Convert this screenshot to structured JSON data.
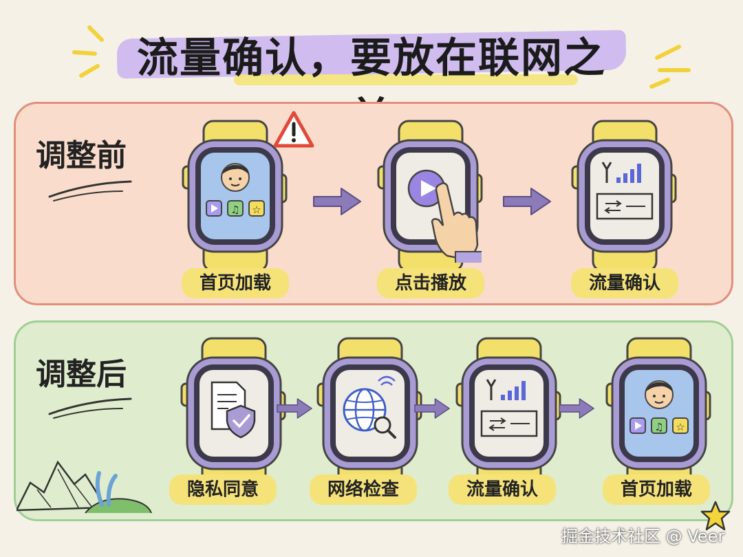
{
  "title": "流量确认，要放在联网之前",
  "sections": {
    "before": {
      "label": "调整前",
      "steps": [
        {
          "label": "首页加载",
          "screen": "home-screen-icon"
        },
        {
          "label": "点击播放",
          "screen": "play-button-icon"
        },
        {
          "label": "流量确认",
          "screen": "signal-data-icon"
        }
      ]
    },
    "after": {
      "label": "调整后",
      "steps": [
        {
          "label": "隐私同意",
          "screen": "privacy-shield-icon"
        },
        {
          "label": "网络检查",
          "screen": "globe-search-icon"
        },
        {
          "label": "流量确认",
          "screen": "signal-data-icon"
        },
        {
          "label": "首页加载",
          "screen": "home-screen-icon"
        }
      ]
    }
  },
  "watermark": "掘金技术社区 @ Veer",
  "colors": {
    "panel_before": "#f9dccb",
    "panel_after": "#dfeccd",
    "highlight_purple": "#c5b1ea",
    "label_yellow": "#f5e37a",
    "arrow_purple": "#8b7bb8"
  }
}
